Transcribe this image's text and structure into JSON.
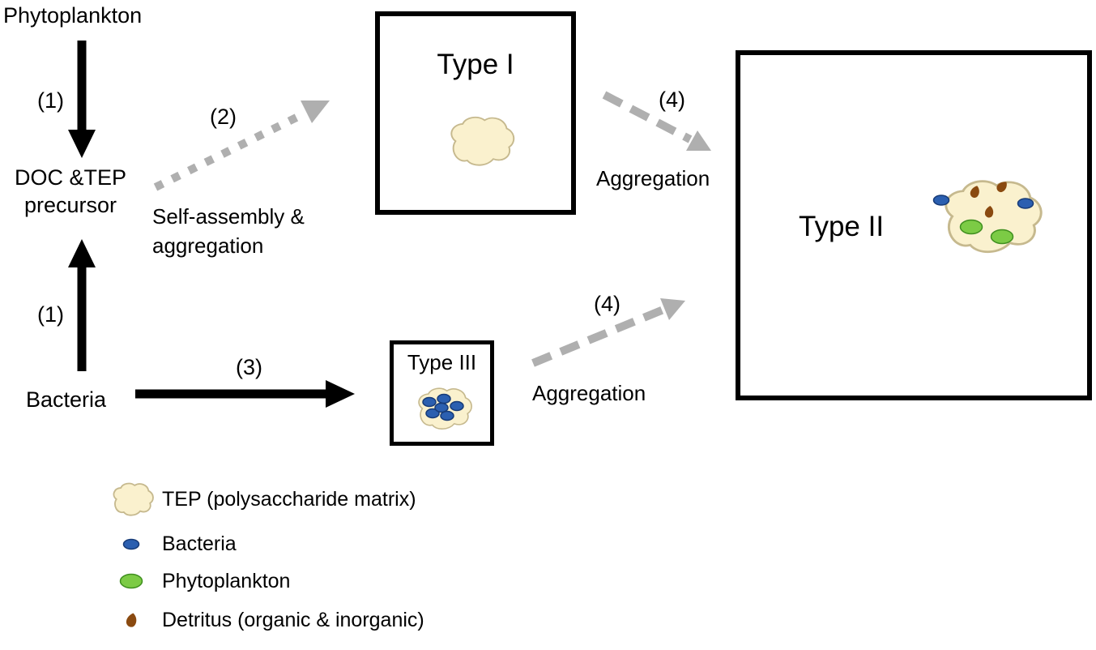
{
  "nodes": {
    "phytoplankton": "Phytoplankton",
    "doc_tep_line1": "DOC &TEP",
    "doc_tep_line2": "precursor",
    "bacteria": "Bacteria"
  },
  "boxes": {
    "type1": "Type I",
    "type2": "Type II",
    "type3": "Type III"
  },
  "steps": {
    "s1_top": "(1)",
    "s1_bottom": "(1)",
    "s2": "(2)",
    "s2_caption_line1": "Self-assembly &",
    "s2_caption_line2": "aggregation",
    "s3": "(3)",
    "s4_top": "(4)",
    "s4_top_caption": "Aggregation",
    "s4_bottom": "(4)",
    "s4_bottom_caption": "Aggregation"
  },
  "legend": {
    "items": [
      {
        "icon": "tep-blob-icon",
        "label": "TEP (polysaccharide matrix)"
      },
      {
        "icon": "bacteria-icon",
        "label": "Bacteria"
      },
      {
        "icon": "phytoplankton-icon",
        "label": "Phytoplankton"
      },
      {
        "icon": "detritus-icon",
        "label": "Detritus (organic & inorganic)"
      }
    ]
  },
  "colors": {
    "tep_fill": "#FAF1CE",
    "tep_stroke": "#C6B98E",
    "bacteria_fill": "#2B5FB0",
    "bacteria_stroke": "#173B77",
    "phyto_fill": "#7CCB45",
    "phyto_stroke": "#3F8F1F",
    "detritus_fill": "#8A4A10",
    "arrow_black": "#000000",
    "arrow_gray": "#AFAFAF",
    "box_border": "#000000"
  }
}
